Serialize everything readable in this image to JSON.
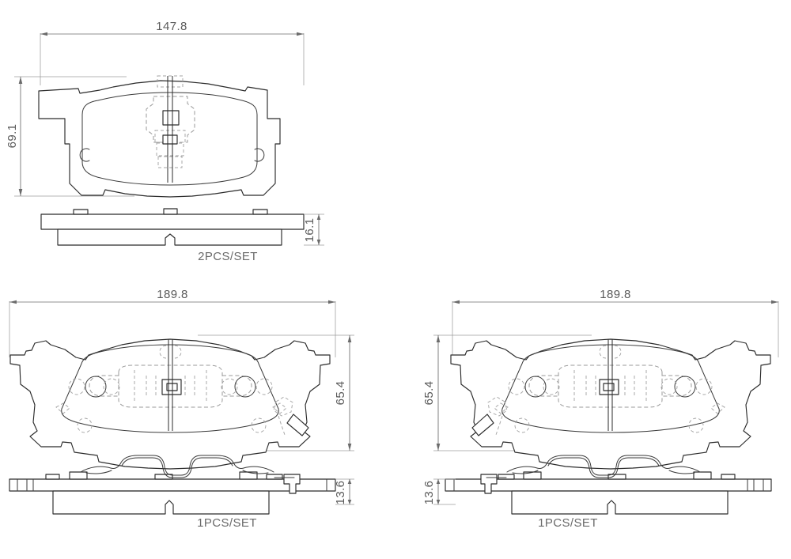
{
  "drawing": {
    "title": "Brake Pad Set Technical Drawing",
    "background_color": "#ffffff",
    "line_color": "#2b2b2b",
    "hidden_line_color": "#9a9a9a",
    "dimension_color": "#6b6b6b",
    "text_color": "#5a5a5a"
  },
  "views": {
    "top_left": {
      "name": "small-pad-view",
      "width_dimension": "147.8",
      "height_dimension": "69.1",
      "thickness_dimension": "16.1",
      "quantity_note": "2PCS/SET"
    },
    "bottom_left": {
      "name": "large-pad-left-view",
      "width_dimension": "189.8",
      "height_dimension": "65.4",
      "thickness_dimension": "13.6",
      "quantity_note": "1PCS/SET"
    },
    "bottom_right": {
      "name": "large-pad-right-view",
      "width_dimension": "189.8",
      "height_dimension": "65.4",
      "thickness_dimension": "13.6",
      "quantity_note": "1PCS/SET"
    }
  }
}
